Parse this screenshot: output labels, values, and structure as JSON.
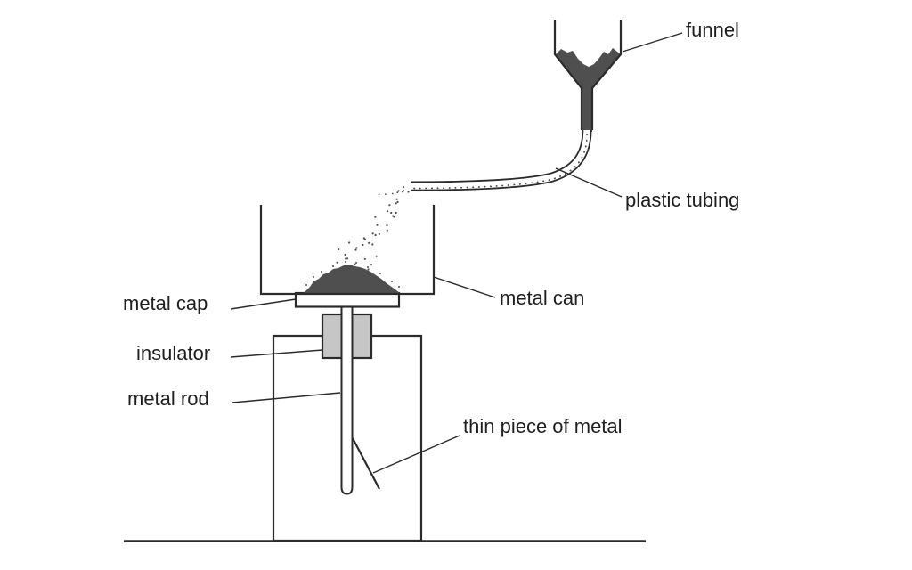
{
  "diagram": {
    "labels": {
      "funnel": "funnel",
      "plastic_tubing": "plastic tubing",
      "metal_can": "metal can",
      "metal_cap": "metal cap",
      "insulator": "insulator",
      "metal_rod": "metal rod",
      "thin_piece_of_metal": "thin piece of metal"
    },
    "colors": {
      "ink": "#2b2b2b",
      "powder": "#4f4f4f",
      "insulator_fill": "#c6c6c6",
      "background": "#ffffff"
    }
  }
}
